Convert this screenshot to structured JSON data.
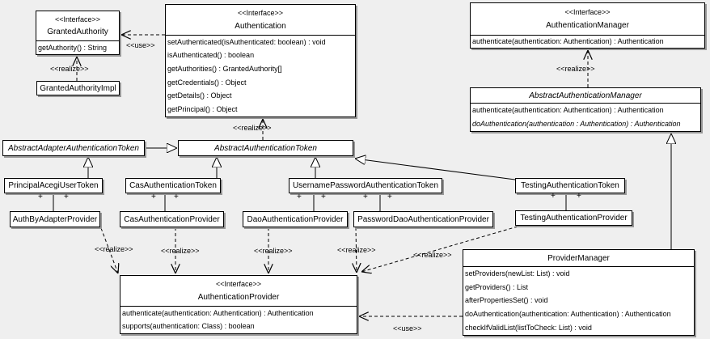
{
  "colors": {
    "background": "#efefef",
    "box_fill": "#ffffff",
    "border": "#000000",
    "shadow": "#989898",
    "text": "#000000"
  },
  "edge_labels": {
    "realize": "<<realize>>",
    "use": "<<use>>",
    "multiplicity_plus": "+"
  },
  "classes": {
    "granted_authority": {
      "stereotype": "<<Interface>>",
      "name": "GrantedAuthority",
      "methods": [
        "getAuthority() : String"
      ]
    },
    "granted_authority_impl": {
      "name": "GrantedAuthorityImpl"
    },
    "authentication": {
      "stereotype": "<<Interface>>",
      "name": "Authentication",
      "methods": [
        "setAuthenticated(isAuthenticated: boolean) : void",
        "isAuthenticated() : boolean",
        "getAuthorities() : GrantedAuthority[]",
        "getCredentials() : Object",
        "getDetails() : Object",
        "getPrincipal() : Object"
      ]
    },
    "authentication_manager": {
      "stereotype": "<<Interface>>",
      "name": "AuthenticationManager",
      "methods": [
        "authenticate(authentication: Authentication) : Authentication"
      ]
    },
    "abstract_authentication_manager": {
      "name": "AbstractAuthenticationManager",
      "methods": [
        "authenticate(authentication: Authentication) : Authentication",
        "doAuthentication(authentication : Authentication) : Authentication"
      ]
    },
    "abstract_adapter_authentication_token": {
      "name": "AbstractAdapterAuthenticationToken"
    },
    "abstract_authentication_token": {
      "name": "AbstractAuthenticationToken"
    },
    "principal_acegi_user_token": {
      "name": "PrincipalAcegiUserToken"
    },
    "cas_authentication_token": {
      "name": "CasAuthenticationToken"
    },
    "username_password_authentication_token": {
      "name": "UsernamePasswordAuthenticationToken"
    },
    "testing_authentication_token": {
      "name": "TestingAuthenticationToken"
    },
    "auth_by_adapter_provider": {
      "name": "AuthByAdapterProvider"
    },
    "cas_authentication_provider": {
      "name": "CasAuthenticationProvider"
    },
    "dao_authentication_provider": {
      "name": "DaoAuthenticationProvider"
    },
    "password_dao_authentication_provider": {
      "name": "PasswordDaoAuthenticationProvider"
    },
    "testing_authentication_provider": {
      "name": "TestingAuthenticationProvider"
    },
    "authentication_provider": {
      "stereotype": "<<Interface>>",
      "name": "AuthenticationProvider",
      "methods": [
        "authenticate(authentication: Authentication) : Authentication",
        "supports(authentication: Class) : boolean"
      ]
    },
    "provider_manager": {
      "name": "ProviderManager",
      "methods": [
        "setProviders(newList: List) : void",
        "getProviders() : List",
        "afterPropertiesSet() : void",
        "doAuthentication(authentication: Authentication) : Authentication",
        "checkIfValidList(listToCheck: List) : void"
      ]
    }
  }
}
